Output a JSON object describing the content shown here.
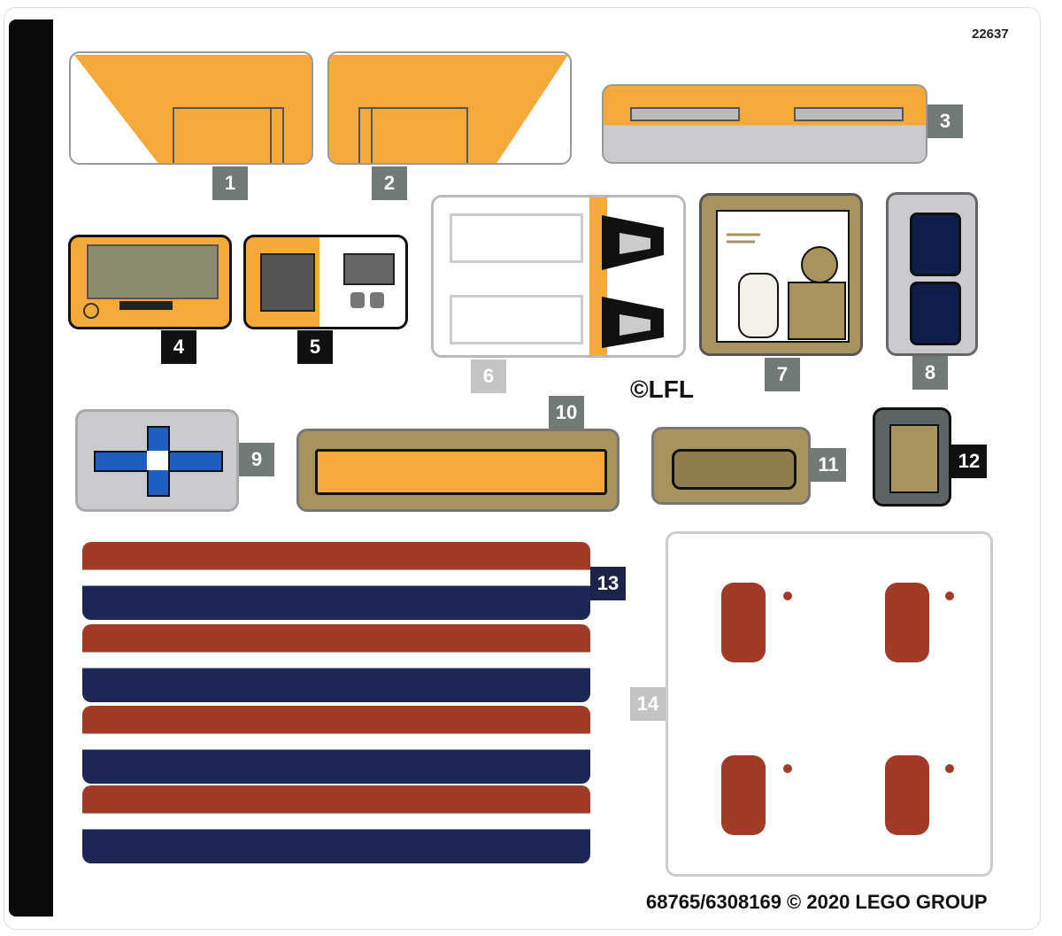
{
  "sheet_number": "22637",
  "copyright_lfl": "©LFL",
  "footer": "68765/6308169 © 2020 LEGO GROUP",
  "labels": [
    "1",
    "2",
    "3",
    "4",
    "5",
    "6",
    "7",
    "8",
    "9",
    "10",
    "11",
    "12",
    "13",
    "14"
  ],
  "colors": {
    "orange": "#f5a93a",
    "tan": "#a8935f",
    "red": "#a23a28",
    "navy": "#1d2756",
    "gray": "#c9cbce",
    "blue": "#1e5fc0"
  }
}
